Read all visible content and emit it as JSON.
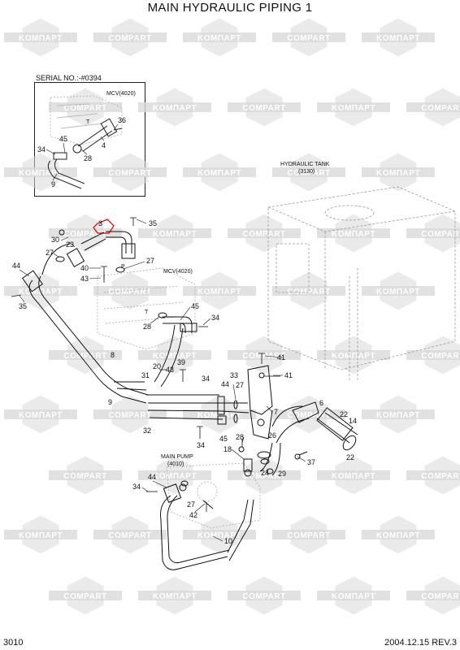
{
  "title": "MAIN HYDRAULIC PIPING 1",
  "serial": "SERIAL NO.:-#0394",
  "watermark": {
    "word_a": "KOMПAPT",
    "word_b": "COMPART",
    "color": "#d9d9d9"
  },
  "components": {
    "mcv_inset": "MCV(4020)",
    "mcv_main": "MCV(4020)",
    "tank": "HYDRAULIC TANK",
    "tank_ref": "(3130)",
    "pump": "MAIN PUMP",
    "pump_ref": "(4010)"
  },
  "port_labels": {
    "t_inset": "T",
    "t_main": "T",
    "p_main": "P"
  },
  "callouts": {
    "c36": "36",
    "c4": "4",
    "c28a": "28",
    "c45a": "45",
    "c34a": "34",
    "c9a": "9",
    "c3": "3",
    "c35a": "35",
    "c30": "30",
    "c23": "23",
    "c27a": "27",
    "c27b": "27",
    "c40": "40",
    "c43a": "43",
    "c44a": "44",
    "c35b": "35",
    "c45b": "45",
    "c34b": "34",
    "c28b": "28",
    "c8": "8",
    "c20": "20",
    "c39": "39",
    "c31": "31",
    "c43b": "43",
    "c9b": "9",
    "c32": "32",
    "c34c": "34",
    "c44b": "44",
    "c33": "33",
    "c41a": "41",
    "c41b": "41",
    "c27c": "27",
    "c7": "7",
    "c34d": "34",
    "c45c": "45",
    "c18": "18",
    "c28c": "28",
    "c26": "26",
    "c6": "6",
    "c22a": "22",
    "c14": "14",
    "c22b": "22",
    "c37": "37",
    "c24": "24",
    "c29": "29",
    "c44c": "44",
    "c34e": "34",
    "c27d": "27",
    "c42": "42",
    "c10": "10"
  },
  "footer": {
    "page_number": "3010",
    "date_rev": "2004.12.15  REV.3"
  }
}
